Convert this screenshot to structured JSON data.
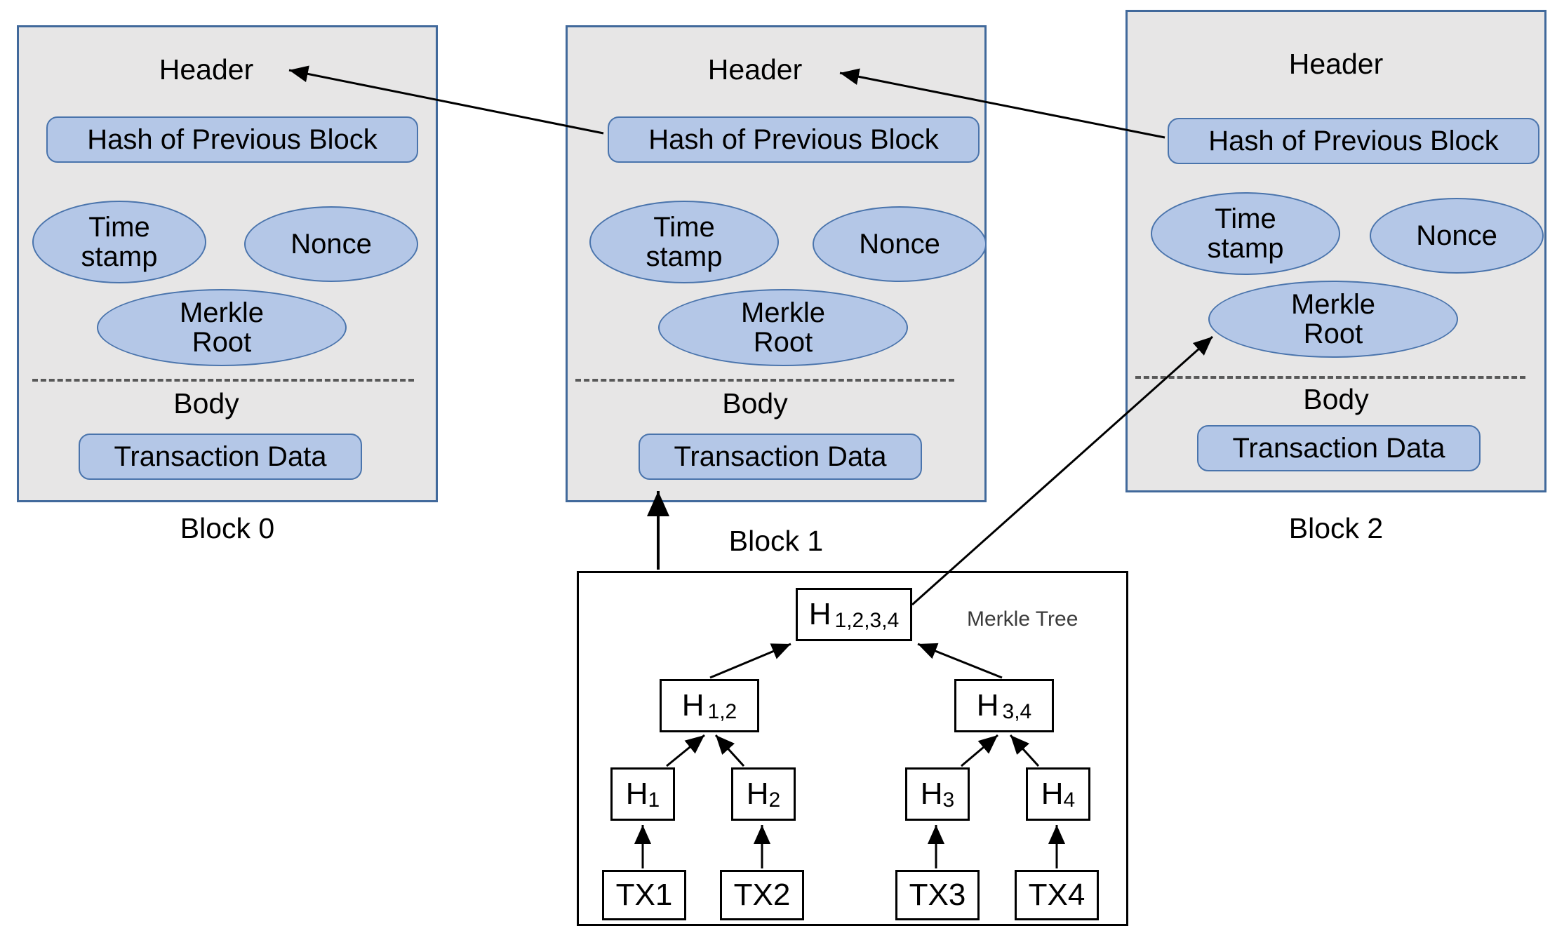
{
  "diagram": {
    "title": "Blockchain block structure with Merkle Tree",
    "colors": {
      "block_fill": "#e7e6e6",
      "block_border": "#41699b",
      "element_fill": "#b4c7e7",
      "element_border": "#4a74ac",
      "divider": "#595959",
      "tree_stroke": "#000000"
    }
  },
  "blocks": [
    {
      "label": "Block 0",
      "header_label": "Header",
      "body_label": "Body",
      "hash_prev": "Hash of Previous Block",
      "timestamp_line1": "Time",
      "timestamp_line2": "stamp",
      "nonce": "Nonce",
      "merkle_root_line1": "Merkle",
      "merkle_root_line2": "Root",
      "transaction_data": "Transaction Data"
    },
    {
      "label": "Block 1",
      "header_label": "Header",
      "body_label": "Body",
      "hash_prev": "Hash of Previous Block",
      "timestamp_line1": "Time",
      "timestamp_line2": "stamp",
      "nonce": "Nonce",
      "merkle_root_line1": "Merkle",
      "merkle_root_line2": "Root",
      "transaction_data": "Transaction Data"
    },
    {
      "label": "Block 2",
      "header_label": "Header",
      "body_label": "Body",
      "hash_prev": "Hash of Previous Block",
      "timestamp_line1": "Time",
      "timestamp_line2": "stamp",
      "nonce": "Nonce",
      "merkle_root_line1": "Merkle",
      "merkle_root_line2": "Root",
      "transaction_data": "Transaction Data"
    }
  ],
  "merkle": {
    "panel_label": "Merkle Tree",
    "root": {
      "base": "H",
      "sub": "1,2,3,4"
    },
    "level2": [
      {
        "base": "H",
        "sub": "1,2"
      },
      {
        "base": "H",
        "sub": "3,4"
      }
    ],
    "leaves": [
      {
        "base": "H",
        "sub": "1"
      },
      {
        "base": "H",
        "sub": "2"
      },
      {
        "base": "H",
        "sub": "3"
      },
      {
        "base": "H",
        "sub": "4"
      }
    ],
    "transactions": [
      "TX1",
      "TX2",
      "TX3",
      "TX4"
    ]
  }
}
